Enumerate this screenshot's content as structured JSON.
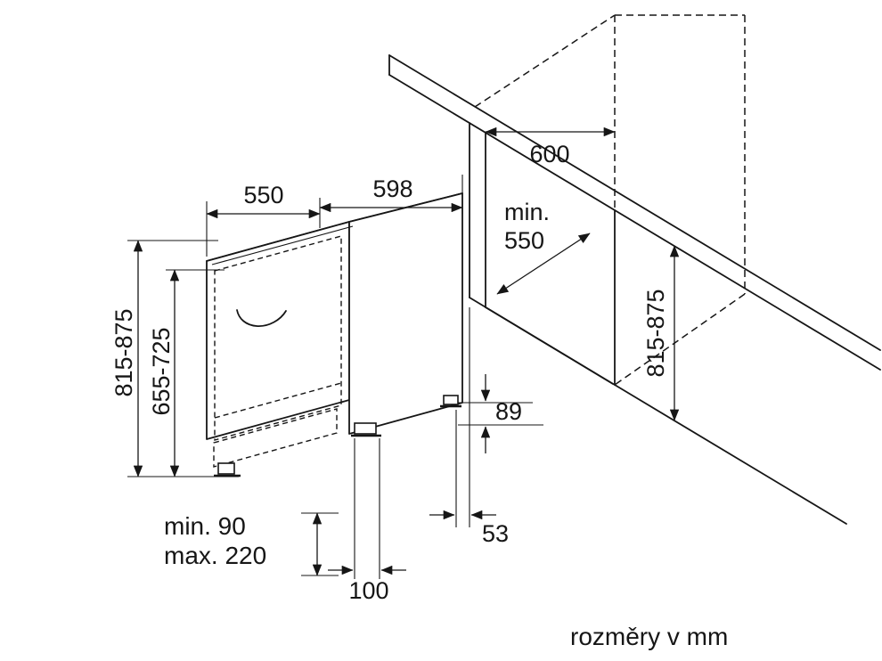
{
  "labels": {
    "appliance_depth": "550",
    "appliance_width": "598",
    "niche_width": "600",
    "niche_depth_min": "min.",
    "niche_depth_value": "550",
    "appliance_height": "815-875",
    "door_panel_height": "655-725",
    "niche_height": "815-875",
    "base_clearance": "89",
    "plinth_min": "min. 90",
    "plinth_max": "max. 220",
    "foot_dim": "100",
    "rear_foot_offset": "53",
    "units_note": "rozměry v mm"
  }
}
